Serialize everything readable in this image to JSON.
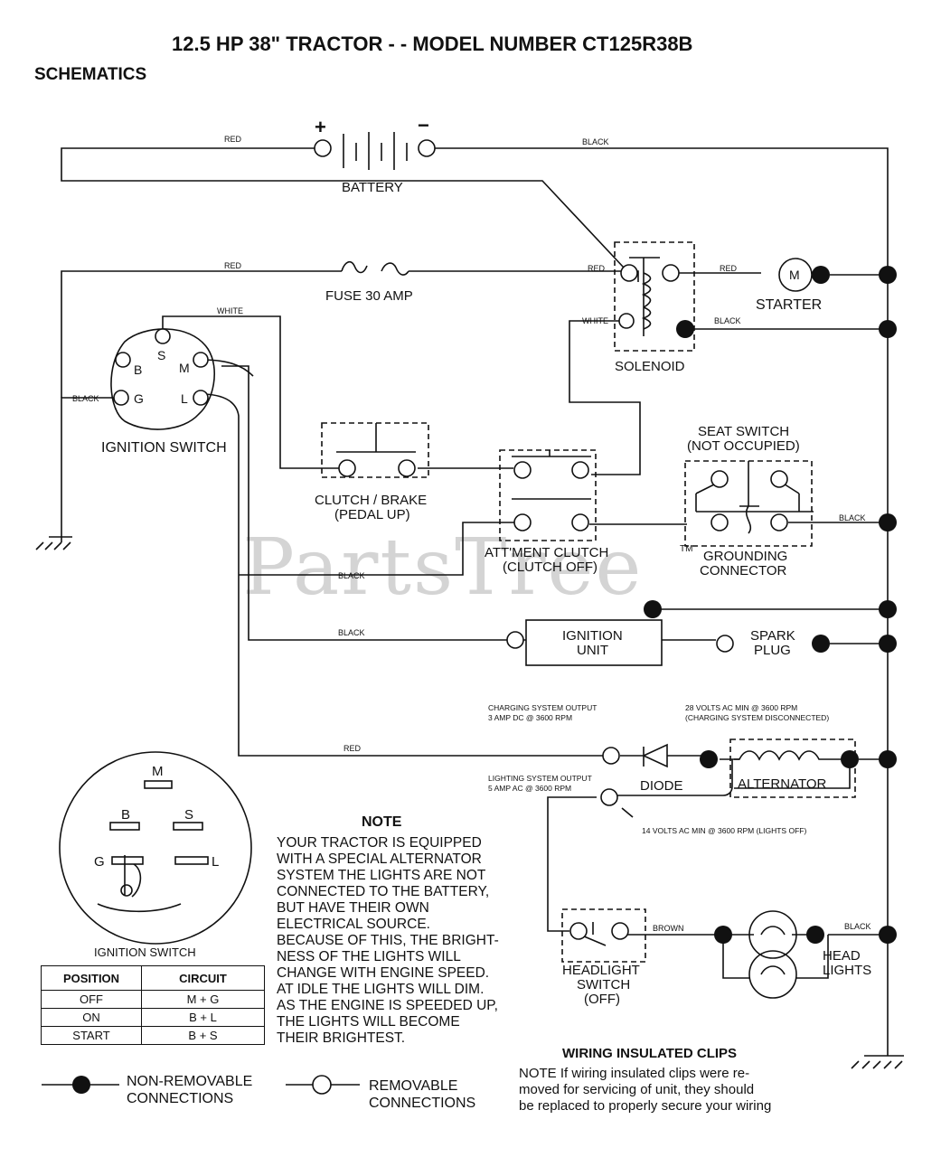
{
  "title": "12.5 HP 38\" TRACTOR - - MODEL NUMBER CT125R38B",
  "section": "SCHEMATICS",
  "watermark": "PartsTree",
  "watermark_tm": "TM",
  "components": {
    "battery": "BATTERY",
    "battery_pos": "+",
    "battery_neg": "−",
    "fuse": "FUSE 30 AMP",
    "starter": "STARTER",
    "starter_symbol": "M",
    "solenoid": "SOLENOID",
    "ignition_switch": "IGNITION SWITCH",
    "clutch_brake_1": "CLUTCH / BRAKE",
    "clutch_brake_2": "(PEDAL UP)",
    "attment_1": "ATT'MENT CLUTCH",
    "attment_2": "(CLUTCH OFF)",
    "seat_1": "SEAT SWITCH",
    "seat_2": "(NOT OCCUPIED)",
    "grounding_1": "GROUNDING",
    "grounding_2": "CONNECTOR",
    "ignition_unit_1": "IGNITION",
    "ignition_unit_2": "UNIT",
    "spark_1": "SPARK",
    "spark_2": "PLUG",
    "diode": "DIODE",
    "alternator": "ALTERNATOR",
    "headlight_1": "HEADLIGHT",
    "headlight_2": "SWITCH",
    "headlight_3": "(OFF)",
    "head_lights_1": "HEAD",
    "head_lights_2": "LIGHTS"
  },
  "terminals": {
    "S": "S",
    "B": "B",
    "M": "M",
    "G": "G",
    "L": "L"
  },
  "wires": {
    "red": "RED",
    "black": "BLACK",
    "white": "WHITE",
    "brown": "BROWN"
  },
  "annotations": {
    "charging_1": "CHARGING SYSTEM OUTPUT",
    "charging_2": "3 AMP DC @ 3600 RPM",
    "v28_1": "28 VOLTS AC MIN  @ 3600 RPM",
    "v28_2": "(CHARGING SYSTEM DISCONNECTED)",
    "lighting_1": "LIGHTING SYSTEM OUTPUT",
    "lighting_2": "5 AMP AC @ 3600 RPM",
    "v14": "14 VOLTS AC MIN  @ 3600 RPM (LIGHTS OFF)"
  },
  "switch_face": {
    "title": "IGNITION SWITCH",
    "labels": [
      "M",
      "B",
      "S",
      "G",
      "L"
    ]
  },
  "ignition_table": {
    "headers": [
      "POSITION",
      "CIRCUIT"
    ],
    "rows": [
      [
        "OFF",
        "M + G"
      ],
      [
        "ON",
        "B + L"
      ],
      [
        "START",
        "B + S"
      ]
    ]
  },
  "note": {
    "heading": "NOTE",
    "lines": [
      "YOUR TRACTOR IS EQUIPPED",
      "WITH A SPECIAL ALTERNATOR",
      "SYSTEM   THE LIGHTS ARE NOT",
      "CONNECTED TO  THE BATTERY,",
      "BUT HAVE THEIR OWN",
      "ELECTRICAL SOURCE.",
      "BECAUSE OF THIS, THE BRIGHT-",
      "NESS OF THE LIGHTS WILL",
      "CHANGE WITH ENGINE SPEED.",
      "AT IDLE THE LIGHTS WILL DIM.",
      "AS THE ENGINE IS SPEEDED UP,",
      "THE LIGHTS WILL BECOME",
      "THEIR BRIGHTEST."
    ]
  },
  "legend": {
    "non_removable_1": "NON-REMOVABLE",
    "non_removable_2": "CONNECTIONS",
    "removable_1": "REMOVABLE",
    "removable_2": "CONNECTIONS"
  },
  "wiring_clips": {
    "heading": "WIRING INSULATED CLIPS",
    "lines": [
      "NOTE  If wiring insulated clips  were  re-",
      "moved  for servicing of  unit,  they should",
      "be replaced to properly secure your wiring"
    ]
  }
}
